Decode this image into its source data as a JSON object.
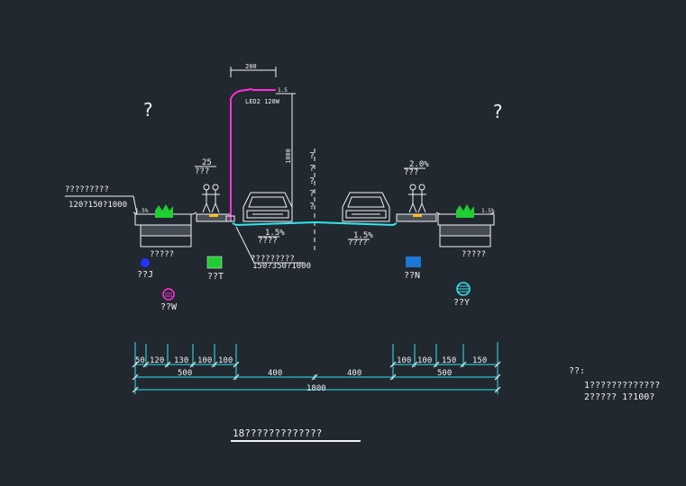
{
  "drawing": {
    "title": "18?????????????",
    "marks": {
      "left_q": "?",
      "right_q": "?"
    },
    "labels": {
      "left_curb_spec": "?????????",
      "left_curb_size": "120?150?1000",
      "left_slope_val": "25",
      "left_slope_txt": "???",
      "right_slope_val": "2.0%",
      "right_slope_txt": "???",
      "lamp_spec": "LED2 120W",
      "lamp_arm_dim": "200",
      "lamp_tip_dim": "1.5",
      "pole_height": "1000",
      "road_left_slope": "1.5%",
      "road_left_txt": "????",
      "road_right_slope": "1.5%",
      "road_right_txt": "????",
      "center_curb_spec": "?????????",
      "center_curb_size": "150?350?1000",
      "left_walk_val": "1.5%",
      "right_walk_val": "1.5%",
      "left_bed_txt": "?????",
      "right_bed_txt": "?????",
      "center_marks": [
        "?",
        "?",
        "?",
        "?",
        "?"
      ]
    },
    "legend": {
      "j": "??J",
      "t": "??T",
      "w": "??W",
      "n": "??N",
      "y": "??Y"
    },
    "dimensions": {
      "row1": [
        "50",
        "120",
        "130",
        "100",
        "100",
        "100",
        "100",
        "150",
        "150"
      ],
      "row2": [
        "500",
        "400",
        "400",
        "500"
      ],
      "total": "1800"
    },
    "notes": {
      "heading": "??:",
      "line1": "1?????????????",
      "line2": "2?????  1?100?"
    }
  },
  "colors": {
    "background": "#212830",
    "road": "#33e6ee",
    "lamp": "#ff2fd6",
    "legend_j": "#2233ff",
    "legend_t": "#22cc33",
    "legend_n": "#1c78d4",
    "legend_y": "#33e6ee"
  }
}
